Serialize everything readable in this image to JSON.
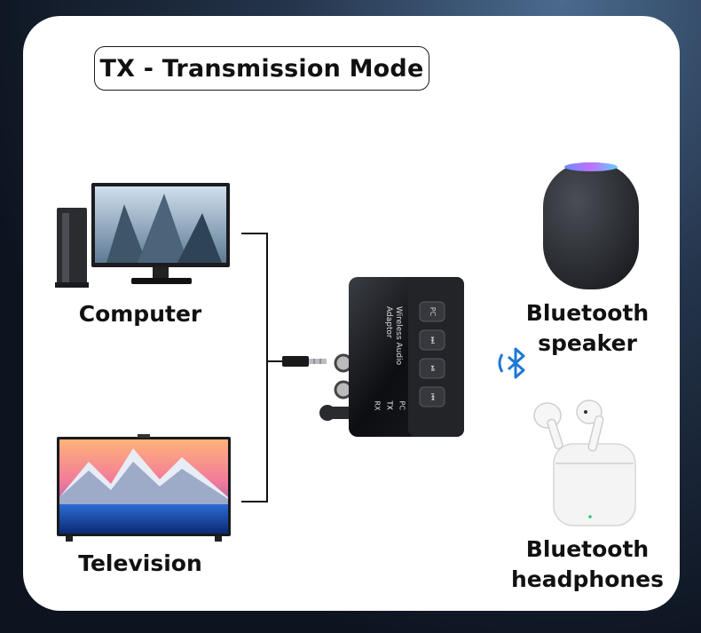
{
  "title": "TX - Transmission Mode",
  "sources": [
    {
      "label": "Computer"
    },
    {
      "label": "Television"
    }
  ],
  "device": {
    "name_line1": "Wireless Audio",
    "name_line2": "Adaptor",
    "mode_labels": [
      "RX",
      "TX",
      "PC"
    ],
    "button_labels": [
      "PC",
      "⏭",
      "⏯",
      "⏮"
    ]
  },
  "targets": [
    {
      "label_line1": "Bluetooth",
      "label_line2": "speaker"
    },
    {
      "label_line1": "Bluetooth",
      "label_line2": "headphones"
    }
  ],
  "colors": {
    "bluetooth": "#1e78d6",
    "accent_tx": "#d22"
  }
}
